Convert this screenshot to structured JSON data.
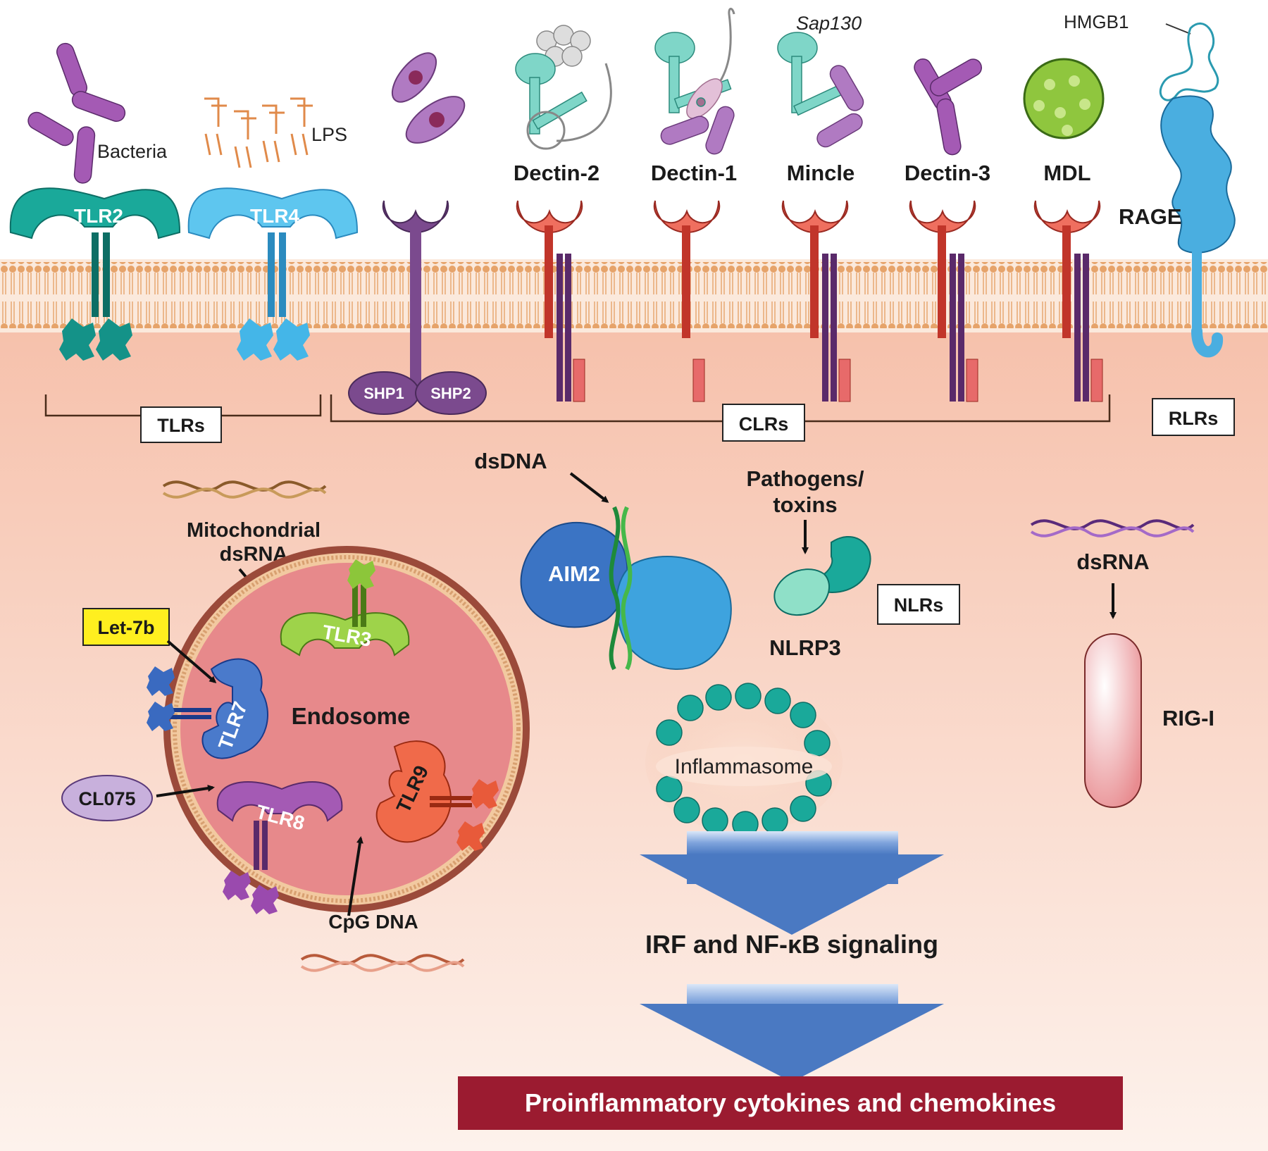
{
  "ligands": {
    "bacteria": "Bacteria",
    "lps": "LPS",
    "sap130": "Sap130",
    "hmgb1": "HMGB1",
    "let7b": "Let-7b",
    "mito_dsrna_1": "Mitochondrial",
    "mito_dsrna_2": "dsRNA",
    "cl075": "CL075",
    "cpg_dna": "CpG DNA",
    "dsdna": "dsDNA",
    "pathogens_1": "Pathogens/",
    "pathogens_2": "toxins",
    "dsrna": "dsRNA"
  },
  "receptors": {
    "tlr2": "TLR2",
    "tlr4": "TLR4",
    "dectin2": "Dectin-2",
    "dectin1": "Dectin-1",
    "mincle": "Mincle",
    "dectin3": "Dectin-3",
    "mdl": "MDL",
    "rage": "RAGE",
    "shp1": "SHP1",
    "shp2": "SHP2",
    "tlr3": "TLR3",
    "tlr7": "TLR7",
    "tlr8": "TLR8",
    "tlr9": "TLR9",
    "aim2": "AIM2",
    "nlrp3": "NLRP3",
    "rigi": "RIG-I"
  },
  "groups": {
    "tlrs": "TLRs",
    "clrs": "CLRs",
    "rlrs": "RLRs",
    "nlrs": "NLRs"
  },
  "compartments": {
    "endosome": "Endosome",
    "inflammasome": "Inflammasome"
  },
  "signaling": {
    "irf_nfkb": "IRF and NF-κB signaling",
    "output": "Proinflammatory cytokines and chemokines"
  },
  "colors": {
    "cytoplasm_top": "#f6bfa9",
    "cytoplasm_bottom": "#fdf0ea",
    "membrane": "#f2c9a0",
    "tlr2": "#1aa99a",
    "tlr4": "#5ec6ef",
    "clr_head": "#ef6f5f",
    "rage": "#4aaee0",
    "shp": "#7b4a8e",
    "endosome": "#e7898b",
    "big_arrow": "#4a79c2",
    "output_bar": "#9b1b30",
    "let7b_bg": "#ffef1f"
  }
}
